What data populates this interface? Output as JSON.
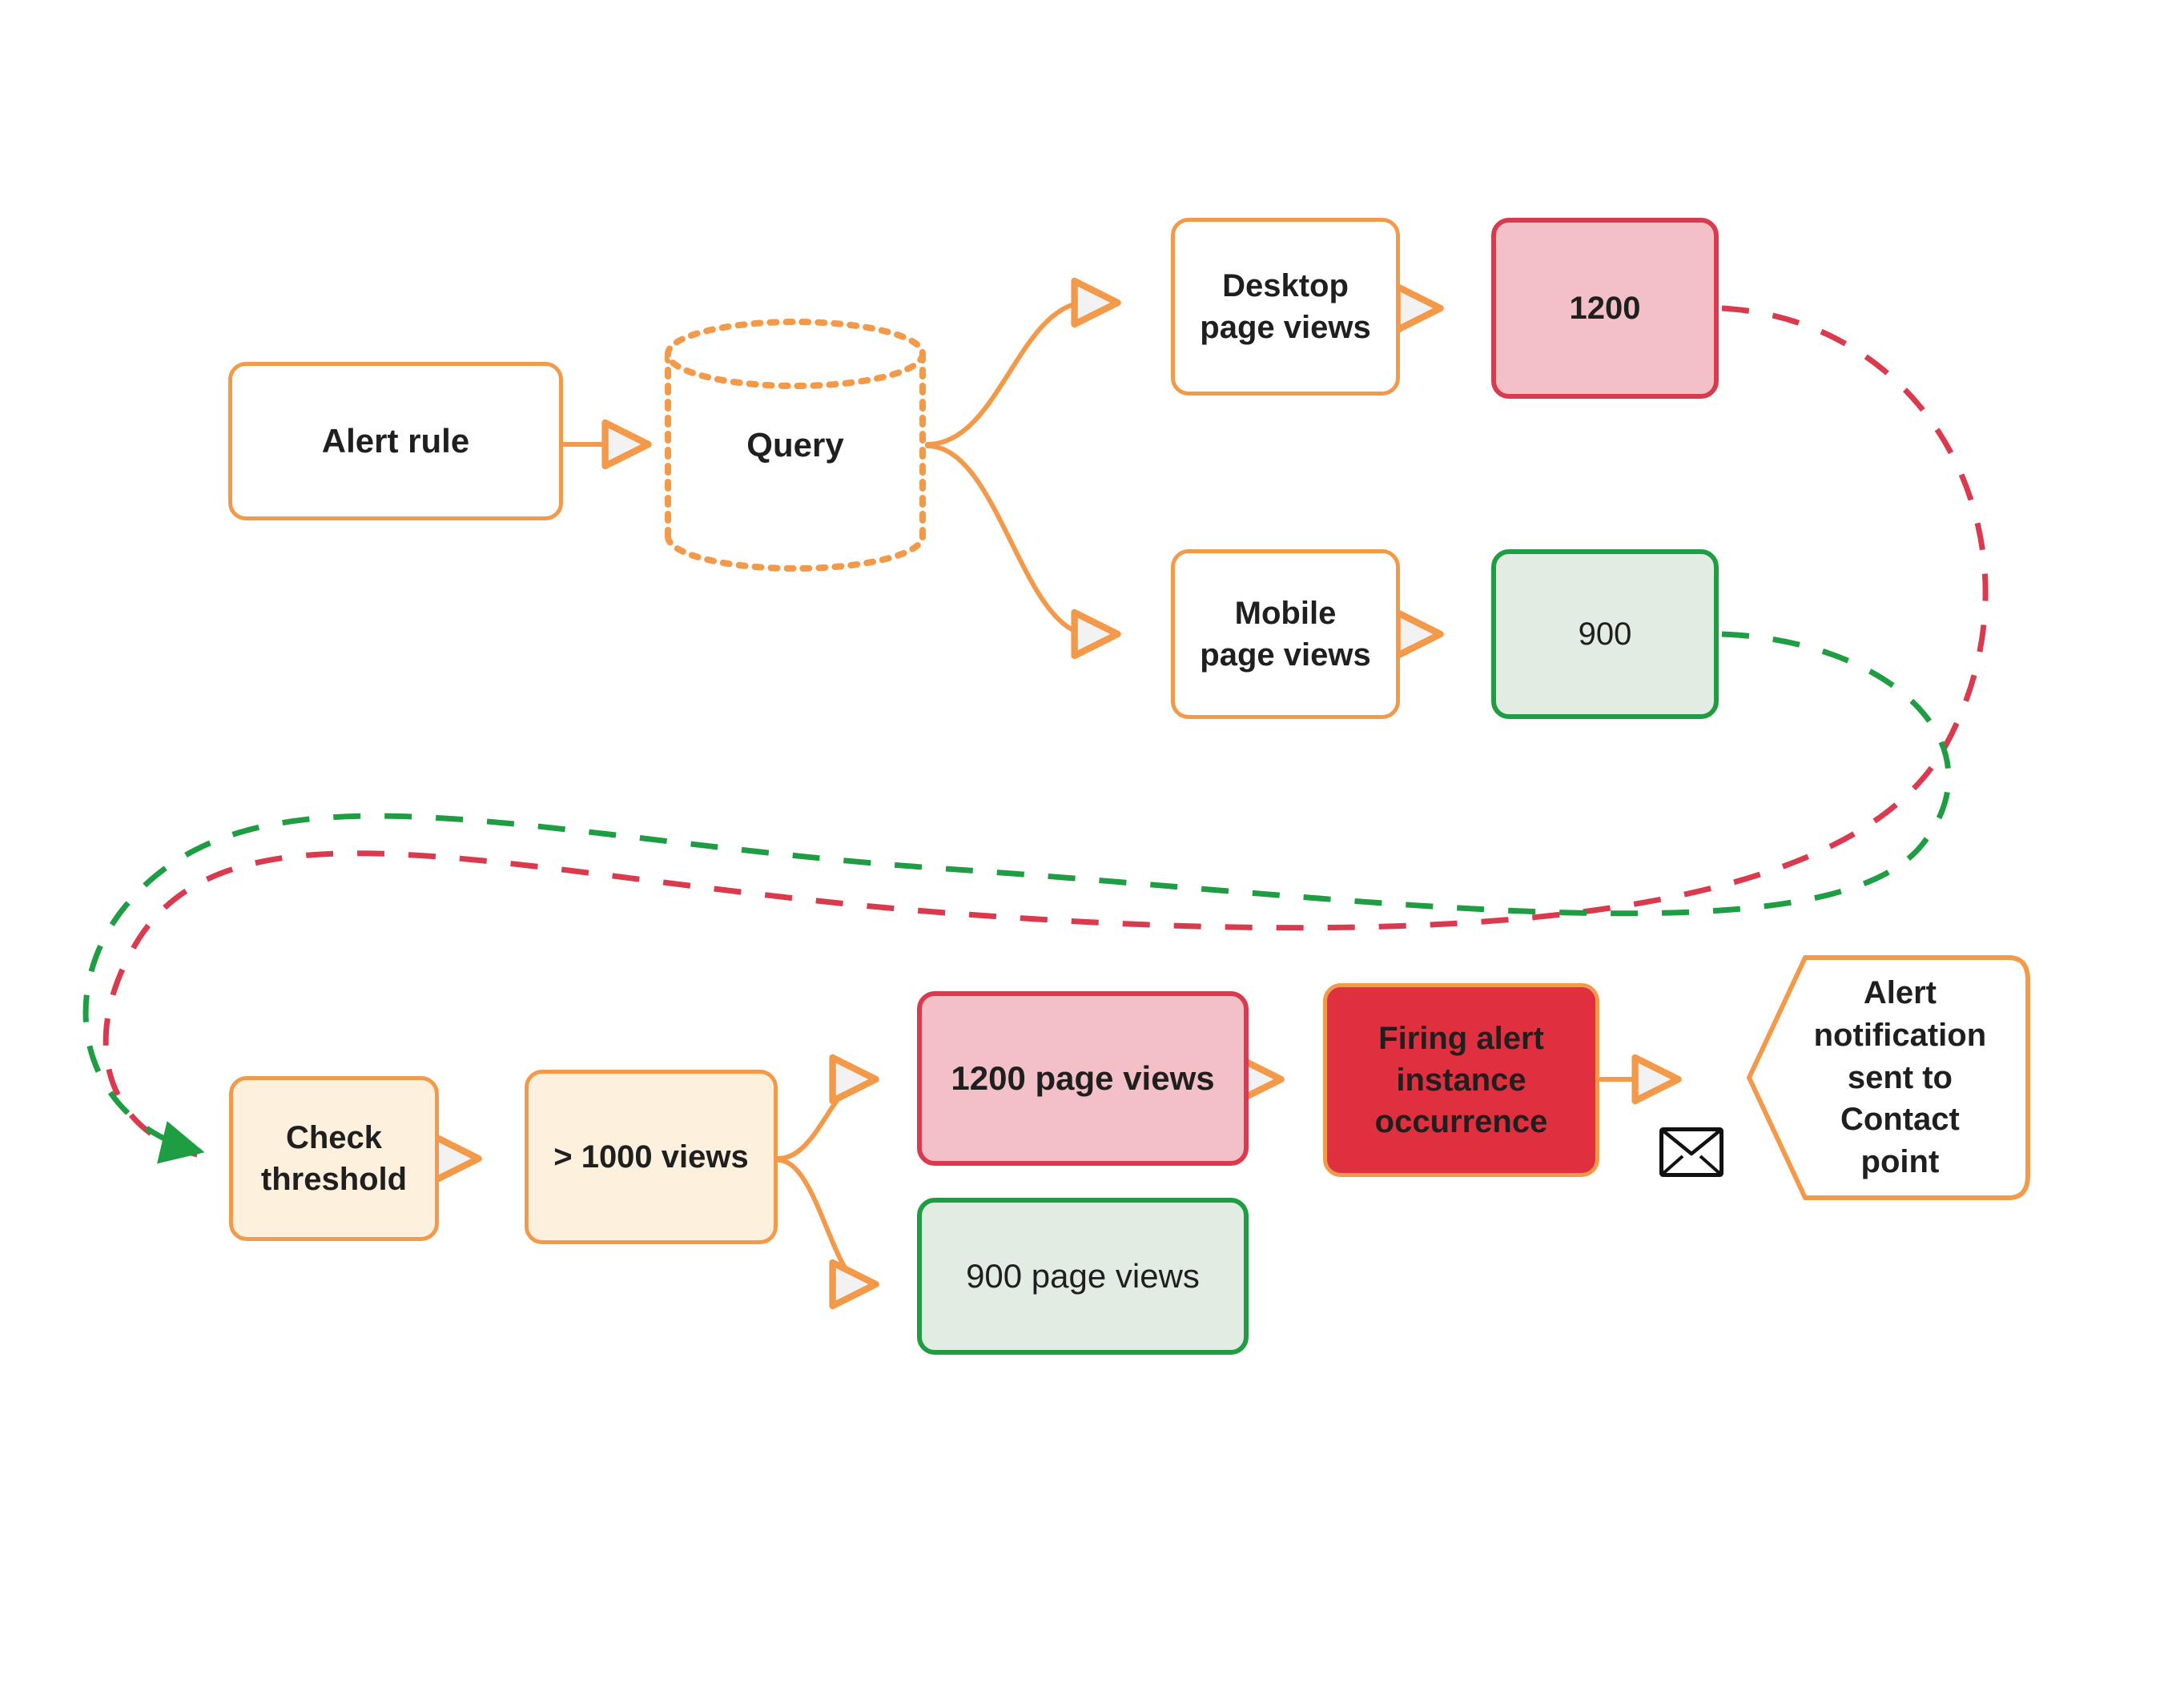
{
  "diagram": {
    "title": "Grafana alert rule evaluation flow",
    "colors": {
      "orange": "#F2994A",
      "crimson": "#D93A4E",
      "green": "#1F9D42",
      "pink_fill": "#F4C0C7",
      "green_fill": "#E2ECE3",
      "cream_fill": "#FDF0DC",
      "red_fill": "#E0303F",
      "text": "#1F1F1F",
      "white": "#FFFFFF"
    },
    "nodes": [
      {
        "id": "alert-rule",
        "label": "Alert rule",
        "shape": "rounded-rect",
        "fill": "white",
        "border": "orange",
        "bold": true
      },
      {
        "id": "query",
        "label": "Query",
        "shape": "cylinder",
        "fill": "white",
        "border": "orange",
        "bold": true
      },
      {
        "id": "desktop-page-views",
        "label": "Desktop\npage views",
        "shape": "rounded-rect",
        "fill": "white",
        "border": "orange",
        "bold": true
      },
      {
        "id": "mobile-page-views",
        "label": "Mobile\npage views",
        "shape": "rounded-rect",
        "fill": "white",
        "border": "orange",
        "bold": true
      },
      {
        "id": "value-1200",
        "label": "1200",
        "shape": "rounded-rect",
        "fill": "pink",
        "border": "crimson",
        "bold": true
      },
      {
        "id": "value-900",
        "label": "900",
        "shape": "rounded-rect",
        "fill": "green",
        "border": "green",
        "bold": false
      },
      {
        "id": "check-threshold",
        "label": "Check\nthreshold",
        "shape": "rounded-rect",
        "fill": "cream",
        "border": "orange",
        "bold": true
      },
      {
        "id": "gt-1000-views",
        "label": "> 1000 views",
        "shape": "rounded-rect",
        "fill": "cream",
        "border": "orange",
        "bold": true
      },
      {
        "id": "views-1200",
        "label": "1200 page views",
        "shape": "rounded-rect",
        "fill": "pink",
        "border": "crimson",
        "bold": true
      },
      {
        "id": "views-900",
        "label": "900 page views",
        "shape": "rounded-rect",
        "fill": "green",
        "border": "green",
        "bold": false
      },
      {
        "id": "firing-alert",
        "label": "Firing alert\ninstance\noccurrence",
        "shape": "rounded-rect",
        "fill": "red",
        "border": "orange",
        "bold": true
      },
      {
        "id": "alert-notification",
        "label": "Alert\nnotification\nsent to\nContact\npoint",
        "shape": "hexagon",
        "fill": "white",
        "border": "orange",
        "bold": true
      }
    ],
    "icons": [
      {
        "id": "email-icon",
        "name": "envelope-icon"
      }
    ],
    "edges": [
      {
        "from": "alert-rule",
        "to": "query",
        "style": "solid",
        "color": "orange"
      },
      {
        "from": "query",
        "to": "desktop-page-views",
        "style": "solid",
        "color": "orange"
      },
      {
        "from": "query",
        "to": "mobile-page-views",
        "style": "solid",
        "color": "orange"
      },
      {
        "from": "desktop-page-views",
        "to": "value-1200",
        "style": "solid",
        "color": "orange"
      },
      {
        "from": "mobile-page-views",
        "to": "value-900",
        "style": "solid",
        "color": "orange"
      },
      {
        "from": "value-1200",
        "to": "check-threshold",
        "style": "dashed",
        "color": "crimson"
      },
      {
        "from": "value-900",
        "to": "check-threshold",
        "style": "dashed",
        "color": "green"
      },
      {
        "from": "check-threshold",
        "to": "gt-1000-views",
        "style": "solid",
        "color": "orange"
      },
      {
        "from": "gt-1000-views",
        "to": "views-1200",
        "style": "solid",
        "color": "orange"
      },
      {
        "from": "gt-1000-views",
        "to": "views-900",
        "style": "solid",
        "color": "orange"
      },
      {
        "from": "views-1200",
        "to": "firing-alert",
        "style": "solid",
        "color": "orange"
      },
      {
        "from": "firing-alert",
        "to": "alert-notification",
        "style": "solid",
        "color": "orange"
      }
    ]
  }
}
